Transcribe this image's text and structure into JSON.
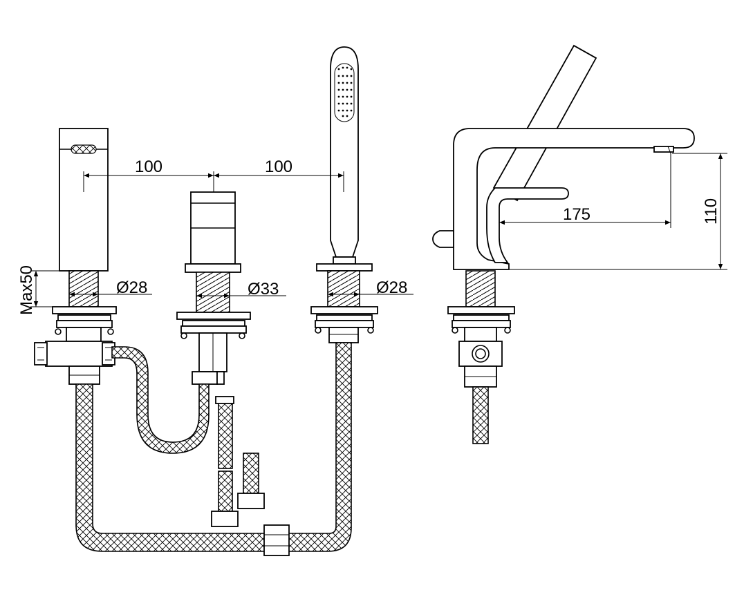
{
  "dimensions": {
    "spacing_left": "100",
    "spacing_right": "100",
    "max_deck": "Max50",
    "diameter_spout": "Ø28",
    "diameter_mixer": "Ø33",
    "diameter_shower": "Ø28",
    "projection": "175",
    "height": "110"
  },
  "colors": {
    "line": "#000000",
    "background": "#ffffff"
  }
}
